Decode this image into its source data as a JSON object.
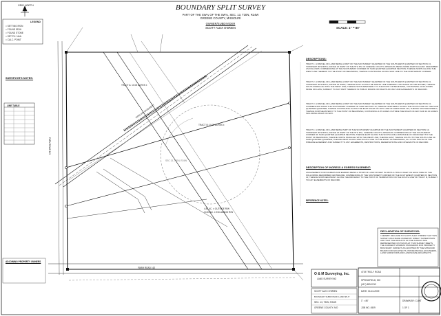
{
  "title": "BOUNDARY SPLIT SURVEY",
  "subtitle_line1": "PART OF THE SW¼ OF THE SW¼, SEC. 13, T30N, R24W",
  "subtitle_line2": "GREENE COUNTY, MISSOURI",
  "owner_heading": "OWNER/SUBDIVIDER",
  "owner_name": "SCOTT ALEX O'BRIEN",
  "scale_text": "SCALE: 1\" = 80'",
  "grid_north": "GRID NORTH",
  "legend_title": "LEGEND",
  "legend_items": [
    "= SETTING IRON",
    "= FOUND IRON",
    "= FOUND STONE",
    "= SET P.K. NAIL",
    "= CALC. POINT"
  ],
  "descriptions_heading": "DESCRIPTIONS:",
  "tract_a": "TRACT A: 10.00 ACRES ±",
  "tract_b": "TRACT B: 10.00 ACRES ±",
  "tract_c_lines": [
    "4.87 AC. ± OUTSIDE R/W",
    "10.30 AC. ± INCLUDING R/W"
  ],
  "pipeline_label": "PIPELINE EASEMENT",
  "road_label": "FARM ROAD 113",
  "road_bottom": "FARM ROAD 162",
  "parcel_center": "SEC 13, T30N, R24W",
  "easement_heading": "DESCRIPTION OF INGRESS & EGRESS EASEMENT:",
  "declaration_heading": "DECLARATION OF SURVEYOR:",
  "company_name": "O & M Surveying, Inc.",
  "company_sub": "LAND SURVEYING",
  "block_owner": "SCOTT ALEX O'BRIEN",
  "block_title": "BOUNDARY SUBDIVISION LAND SPLIT",
  "block_sec": "SEC. 13, T30N, R24W",
  "block_county": "GREENE COUNTY, MO",
  "drawn_by": "DRAWN BY: CLINT",
  "date_label": "DATE: 04-24-2009",
  "job_label": "JOB NO. 4509",
  "sheet_label": "1 OF 1",
  "scale_small": "1\" = 80'",
  "addr_line": "4719 TRICLY ROAD",
  "addr_city": "SPRINGFIELD, MO",
  "phone": "(417) 883-2212",
  "ref_heading": "REFERENCE NOTES:",
  "bearing_table_title": "LINE TABLE",
  "bottom_left_note": "ADJOINING PROPERTY OWNERS",
  "left_notes_heading": "SURVEYOR'S NOTES:",
  "colors": {
    "ink": "#111111",
    "circle": "#9a9a9a"
  }
}
